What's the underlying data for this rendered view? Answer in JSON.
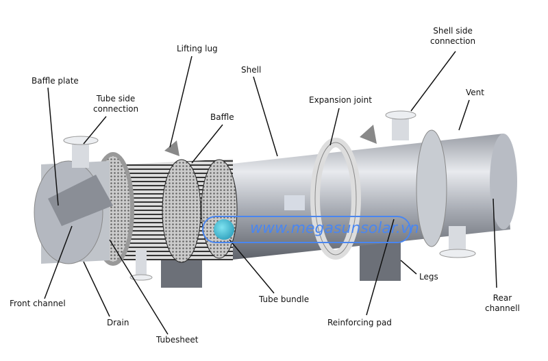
{
  "labels": {
    "shell_side_connection": [
      "Shell side",
      "connection"
    ],
    "lifting_lug": "Lifting lug",
    "shell": "Shell",
    "baffle_plate": "Baffle plate",
    "tube_side_connection": [
      "Tube side",
      "connection"
    ],
    "expansion_joint": "Expansion joint",
    "vent": "Vent",
    "baffle": "Baffle",
    "legs": "Legs",
    "tube_bundle": "Tube bundle",
    "front_channel": "Front channel",
    "rear_channel": [
      "Rear",
      "channell"
    ],
    "drain": "Drain",
    "reinforcing_pad": "Reinforcing pad",
    "tubesheet": "Tubesheet"
  },
  "watermark": "www.megasunsolar.vn",
  "colors": {
    "watermark": "#4a86f0",
    "metal_light": "#e6e8ec",
    "metal_dark": "#7b7f88"
  }
}
